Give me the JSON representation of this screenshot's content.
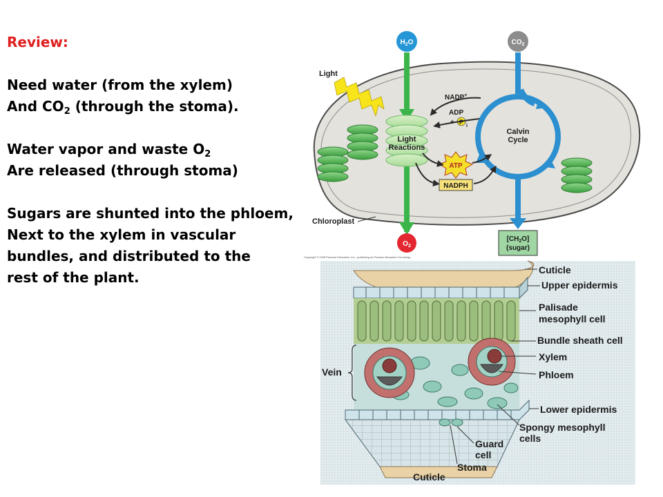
{
  "review": {
    "heading": "Review:",
    "water_line_1": "Need water (from the xylem)",
    "co2_prefix": "And CO",
    "co2_sub": "2",
    "co2_suffix": " (through the stoma).",
    "vapor_prefix": "Water vapor and waste O",
    "vapor_sub": "2",
    "vapor_line_2": "Are released (through stoma)",
    "sugar_line_1": "Sugars are shunted into the phloem,",
    "sugar_line_2": "Next to the xylem in vascular",
    "sugar_line_3": "bundles, and distributed to the",
    "sugar_line_4": "rest of the plant."
  },
  "chloroplast": {
    "h2o_main": "H",
    "h2o_sub": "2",
    "h2o_end": "O",
    "co2_main": "CO",
    "co2_sub": "2",
    "light_label": "Light",
    "nadp_label": "NADP",
    "nadp_sup": "+",
    "adp_label": "ADP",
    "pi_plus": "+",
    "pi_label": "P",
    "pi_sub": "i",
    "light_reactions_1": "Light",
    "light_reactions_2": "Reactions",
    "calvin_1": "Calvin",
    "calvin_2": "Cycle",
    "atp_label": "ATP",
    "nadph_label": "NADPH",
    "chloroplast_label": "Chloroplast",
    "o2_main": "O",
    "o2_sub": "2",
    "sugar_formula": "[CH",
    "sugar_formula_sub": "2",
    "sugar_formula_end": "O]",
    "sugar_label": "(sugar)",
    "copyright": "Copyright © 2008 Pearson Education, Inc., publishing as Pearson Benjamin Cummings.",
    "colors": {
      "water_arrow": "#3bb54a",
      "calvin_ring": "#2b8fd0",
      "h2o_drop": "#2596d6",
      "co2_drop": "#8c8c8c",
      "o2_drop": "#e3262f",
      "sugar_box": "#9fd6a3",
      "atp_star": "#f4e02a",
      "nadph_box": "#f7e27a",
      "light_bolt": "#f7e41a",
      "stroma": "#e4e2dc"
    }
  },
  "leaf": {
    "labels": {
      "cuticle_top": "Cuticle",
      "upper_epidermis": "Upper epidermis",
      "palisade_1": "Palisade",
      "palisade_2": "mesophyll cell",
      "bundle_sheath": "Bundle sheath cell",
      "xylem": "Xylem",
      "phloem": "Phloem",
      "vein": "Vein",
      "lower_epidermis": "Lower epidermis",
      "spongy_1": "Spongy mesophyll",
      "spongy_2": "cells",
      "guard_1": "Guard",
      "guard_2": "cell",
      "stoma": "Stoma",
      "cuticle_bottom": "Cuticle"
    },
    "colors": {
      "cuticle": "#e9d2a6",
      "epidermis": "#cfe3ea",
      "palisade": "#9bbd7e",
      "spongy": "#8fcab8",
      "sheath": "#c1706e",
      "xylem": "#8a3c3a",
      "background": "#dde8ea"
    }
  }
}
